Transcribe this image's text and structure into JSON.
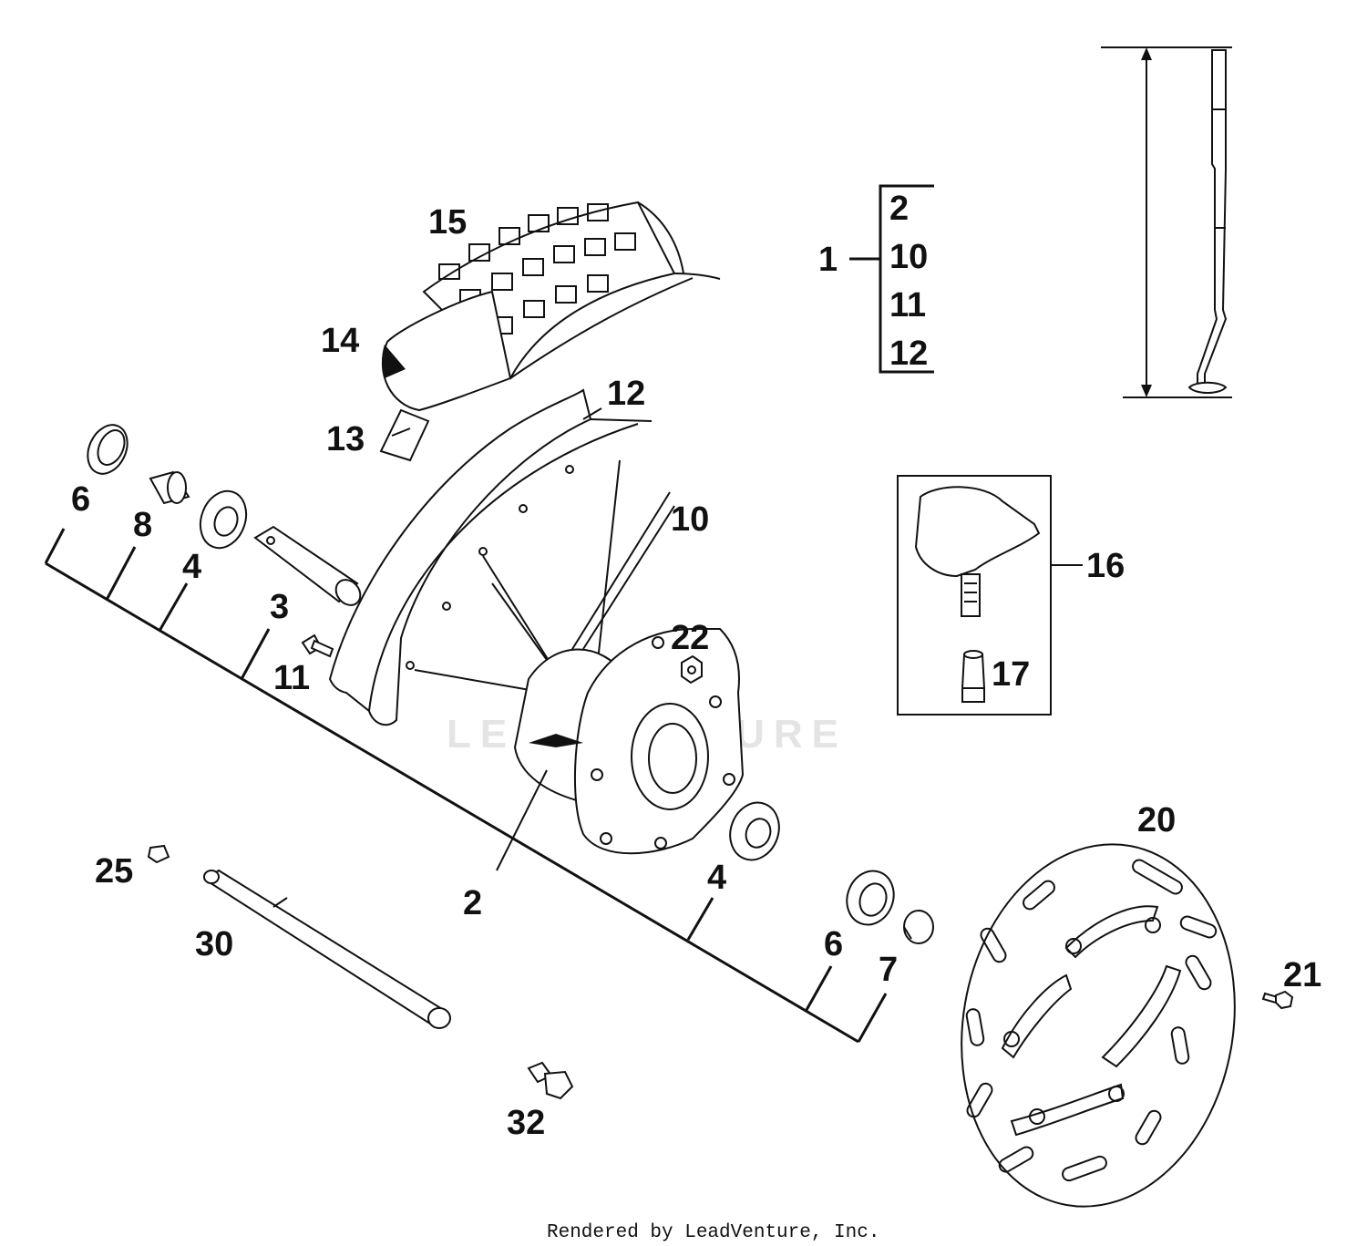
{
  "watermark": "LEADVENTURE",
  "footer": "Rendered by LeadVenture, Inc.",
  "callouts": [
    {
      "id": "c15",
      "text": "15"
    },
    {
      "id": "c14",
      "text": "14"
    },
    {
      "id": "c13",
      "text": "13"
    },
    {
      "id": "c12",
      "text": "12"
    },
    {
      "id": "c10",
      "text": "10"
    },
    {
      "id": "c6a",
      "text": "6"
    },
    {
      "id": "c8",
      "text": "8"
    },
    {
      "id": "c4a",
      "text": "4"
    },
    {
      "id": "c3",
      "text": "3"
    },
    {
      "id": "c11",
      "text": "11"
    },
    {
      "id": "c22",
      "text": "22"
    },
    {
      "id": "c2",
      "text": "2"
    },
    {
      "id": "c4b",
      "text": "4"
    },
    {
      "id": "c6b",
      "text": "6"
    },
    {
      "id": "c7",
      "text": "7"
    },
    {
      "id": "c25",
      "text": "25"
    },
    {
      "id": "c30",
      "text": "30"
    },
    {
      "id": "c32",
      "text": "32"
    },
    {
      "id": "c20",
      "text": "20"
    },
    {
      "id": "c21",
      "text": "21"
    },
    {
      "id": "c16",
      "text": "16"
    },
    {
      "id": "c17",
      "text": "17"
    }
  ],
  "kit": {
    "parent": "1",
    "items": [
      "2",
      "10",
      "11",
      "12"
    ]
  }
}
